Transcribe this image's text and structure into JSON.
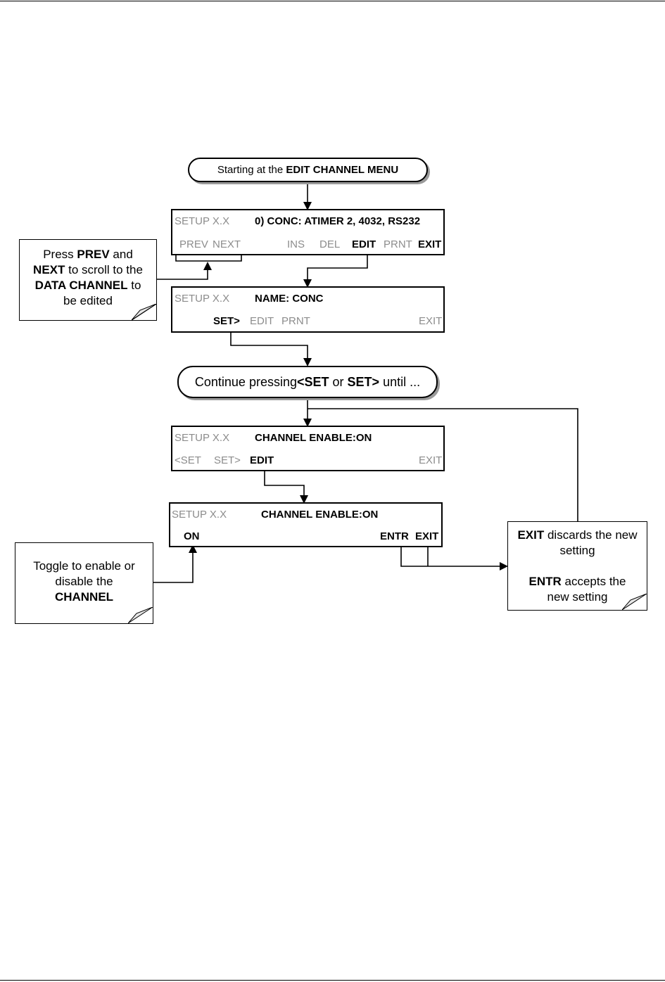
{
  "start_pill": {
    "prefix": "Starting at the ",
    "bold": "EDIT CHANNEL MENU"
  },
  "screen1": {
    "title": "SETUP X.X",
    "message": "0) CONC:  ATIMER 2, 4032, RS232",
    "buttons": [
      "PREV",
      "NEXT",
      "INS",
      "DEL",
      "EDIT",
      "PRNT",
      "EXIT"
    ]
  },
  "note_prev_next": {
    "l1a": "Press ",
    "l1b": "PREV",
    "l1c": " and",
    "l2a": "NEXT",
    "l2b": " to scroll to the",
    "l3a": "DATA CHANNEL",
    "l3b": " to",
    "l4": "be edited"
  },
  "screen2": {
    "title": "SETUP X.X",
    "message": "NAME: CONC",
    "buttons": [
      "SET>",
      "EDIT",
      "PRNT",
      "EXIT"
    ]
  },
  "continue_pill": {
    "a": "Continue pressing ",
    "b": "<SET",
    "c": " or ",
    "d": "SET>",
    "e": " until ..."
  },
  "screen3": {
    "title": "SETUP X.X",
    "message": "CHANNEL ENABLE:ON",
    "buttons": [
      "<SET",
      "SET>",
      "EDIT",
      "EXIT"
    ]
  },
  "screen4": {
    "title": "SETUP X.X",
    "message": "CHANNEL ENABLE:ON",
    "buttons": [
      "ON",
      "ENTR",
      "EXIT"
    ]
  },
  "note_toggle": {
    "l1": "Toggle to enable or",
    "l2": "disable the",
    "l3": "CHANNEL"
  },
  "note_exit": {
    "l1a": "EXIT",
    "l1b": " discards the new",
    "l2": "setting",
    "l3a": "ENTR",
    "l3b": " accepts the",
    "l4": "new setting"
  }
}
